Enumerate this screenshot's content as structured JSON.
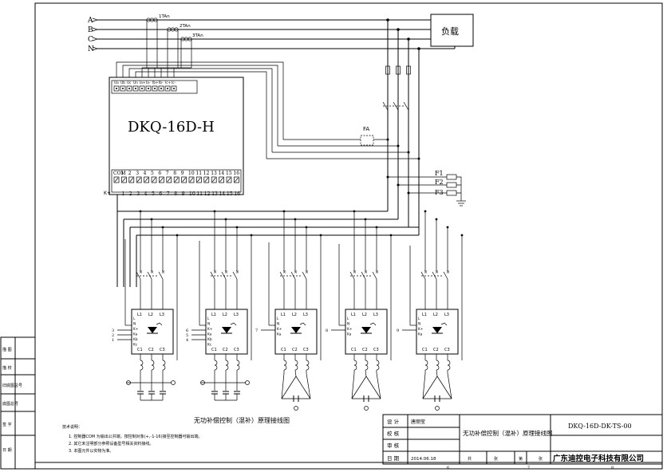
{
  "phases": [
    "A",
    "B",
    "C",
    "N"
  ],
  "cts": [
    "1TAn",
    "2TAn",
    "3TAn"
  ],
  "load_label": "负载",
  "controller": {
    "model": "DKQ-16D-H",
    "top_terminals": [
      "Ua",
      "Ub",
      "Uc",
      "Un",
      "Ia+",
      "Ia-",
      "Ib+",
      "Ib-",
      "Ic+",
      "Ic-"
    ],
    "bottom_terminals": [
      "COM",
      "1",
      "2",
      "3",
      "4",
      "5",
      "6",
      "7",
      "8",
      "9",
      "10",
      "11",
      "12",
      "13",
      "14",
      "15",
      "16"
    ],
    "k_label": "K+"
  },
  "fa_label": "FA",
  "fuses": [
    "F1",
    "F2",
    "F3"
  ],
  "module_terminals": {
    "top": [
      "L1",
      "L2",
      "L3"
    ],
    "side": [
      "L",
      "N",
      "K+",
      "Ka",
      "Kb",
      "Kc"
    ],
    "bottom": [
      "C1",
      "C2",
      "C3"
    ]
  },
  "module_numbers": [
    [
      "3",
      "2",
      "1"
    ],
    [
      "6",
      "5",
      "4"
    ],
    [
      "7"
    ],
    [
      "8"
    ],
    [
      "9"
    ]
  ],
  "diagram_caption": "无功补偿控制（混补）原理接线图",
  "notes": {
    "title": "技术说明：",
    "lines": [
      "1.  控制器COM 为输出公共端，按控制对象(+,-1-16)接至控制器可输出端。",
      "2.  其它未注明部分参照设备型号相关资料接线。",
      "3.  本图元件以实物为准。"
    ]
  },
  "left_strip": [
    "描 图",
    "描 校",
    "旧底图总号",
    "底图总号",
    "签 字",
    "日 期"
  ],
  "title_block": {
    "rows": [
      {
        "label": "设 计",
        "value": "唐丽莹"
      },
      {
        "label": "校 核",
        "value": ""
      },
      {
        "label": "审 核",
        "value": ""
      },
      {
        "label": "日 期",
        "value": "2014.06.18"
      }
    ],
    "drawing_title": "无功补偿控制（混补）原理接线图",
    "drawing_number": "DKQ-16D-DK-TS-00",
    "sheet_labels": [
      "共",
      "张",
      "第",
      "张"
    ],
    "company": "广东迪控电子科技有限公司"
  },
  "grid_numbers": [
    "6",
    "7",
    "8"
  ]
}
